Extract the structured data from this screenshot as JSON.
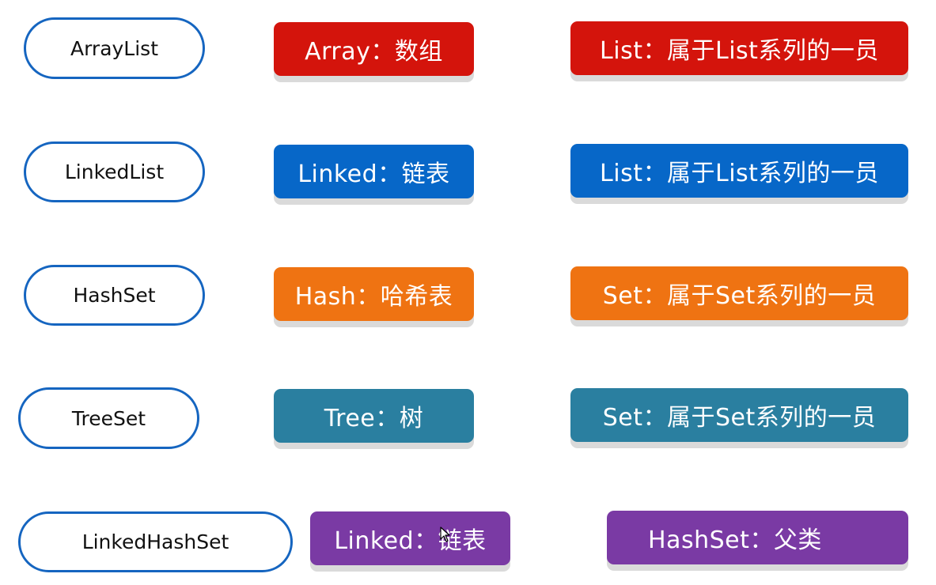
{
  "colors": {
    "red": "#d4140c",
    "blue": "#0767c8",
    "orange": "#ef7312",
    "teal": "#2a7fa0",
    "purple": "#7a3aa4",
    "pill_border": "#1565c0"
  },
  "rows": [
    {
      "class_name": "ArrayList",
      "part1": "Array：数组",
      "part2": "List：属于List系列的一员"
    },
    {
      "class_name": "LinkedList",
      "part1": "Linked：链表",
      "part2": "List：属于List系列的一员"
    },
    {
      "class_name": "HashSet",
      "part1": "Hash：哈希表",
      "part2": "Set：属于Set系列的一员"
    },
    {
      "class_name": "TreeSet",
      "part1": "Tree：树",
      "part2": "Set：属于Set系列的一员"
    },
    {
      "class_name": "LinkedHashSet",
      "part1": "Linked：链表",
      "part2": "HashSet：父类"
    }
  ],
  "cursor_icon": "mouse-pointer-icon"
}
